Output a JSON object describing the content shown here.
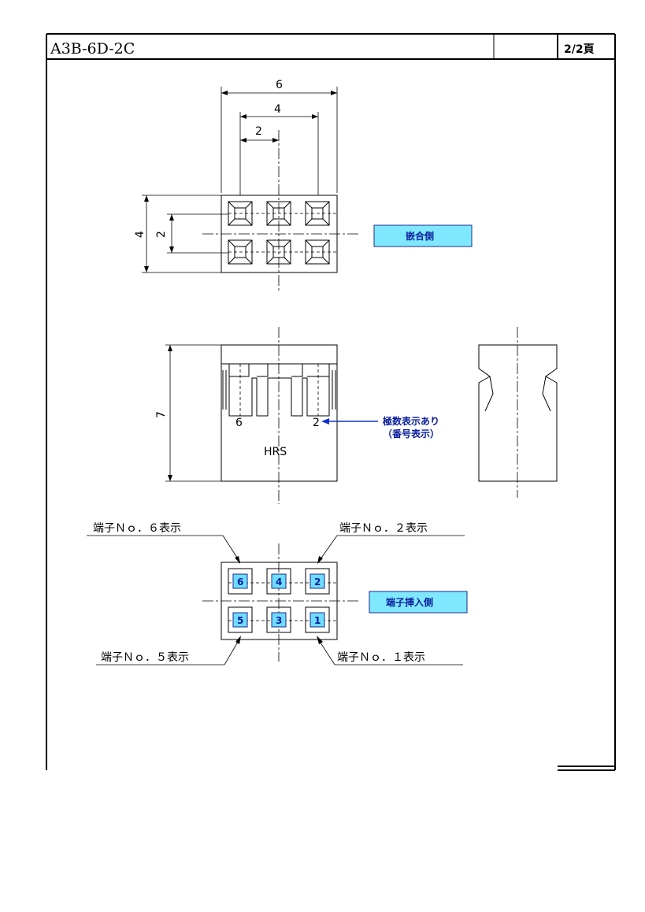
{
  "title_block": {
    "part_number": "A3B-6D-2C",
    "page": "2/2頁"
  },
  "dimensions": {
    "width_6": "6",
    "width_4": "4",
    "width_2": "2",
    "height_4": "4",
    "height_2": "2",
    "height_7": "7"
  },
  "labels": {
    "mating_side": "嵌合側",
    "terminal_insert_side": "端子挿入側",
    "polarity_note_1": "極数表示あり",
    "polarity_note_2": "（番号表示）",
    "pin_mark_left": "6",
    "pin_mark_right": "2",
    "logo": "HRS",
    "terminal_6": "端子Ｎｏ．６表示",
    "terminal_2": "端子Ｎｏ．２表示",
    "terminal_5": "端子Ｎｏ．５表示",
    "terminal_1": "端子Ｎｏ．１表示"
  },
  "pins": {
    "top_row": [
      "6",
      "4",
      "2"
    ],
    "bottom_row": [
      "5",
      "3",
      "1"
    ]
  },
  "colors": {
    "label_fill": "#7fe8ff",
    "label_border": "#1a2b8c",
    "label_text": "#0a1e9c",
    "pin_fill": "#6fdcff",
    "arrow_blue": "#1030d0"
  }
}
